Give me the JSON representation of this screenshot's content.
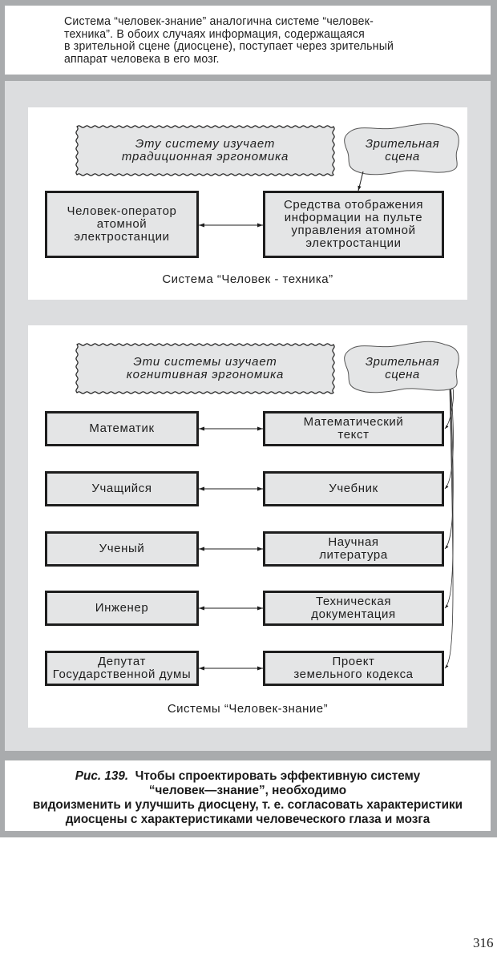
{
  "intro": {
    "text": "Система “человек-знание” аналогична системе “человек-\nтехника”. В обоих случаях информация, содержащаяся\nв зрительной сцене (диосцене), поступает через зрительный\nаппарат человека в его мозг."
  },
  "diagram_top": {
    "wavy_label": "Эту систему изучает\nтрадиционная эргономика",
    "cloud_label": "Зрительная\nсцена",
    "left_box": "Человек-оператор\nатомной\nэлектростанции",
    "right_box": "Средства отображения\nинформации на пульте\nуправления атомной\nэлектростанции",
    "caption": "Система “Человек - техника”"
  },
  "diagram_bottom": {
    "wavy_label": "Эти системы изучает\nкогнитивная эргономика",
    "cloud_label": "Зрительная\nсцена",
    "pairs": [
      {
        "human": "Математик",
        "object": "Математический\nтекст"
      },
      {
        "human": "Учащийся",
        "object": "Учебник"
      },
      {
        "human": "Ученый",
        "object": "Научная\nлитература"
      },
      {
        "human": "Инженер",
        "object": "Техническая\nдокументация"
      },
      {
        "human": "Депутат\nГосударственной думы",
        "object": "Проект\nземельного кодекса"
      }
    ],
    "caption": "Системы “Человек-знание”"
  },
  "figure_caption": {
    "number": "Рис. 139.",
    "line1": "Чтобы спроектировать эффективную систему",
    "line2": "“человек—знание”, необходимо",
    "line3": "видоизменить и улучшить диосцену, т. е. согласовать характеристики",
    "line4": "диосцены с характеристиками человеческого глаза и мозга"
  },
  "page_number": "316"
}
